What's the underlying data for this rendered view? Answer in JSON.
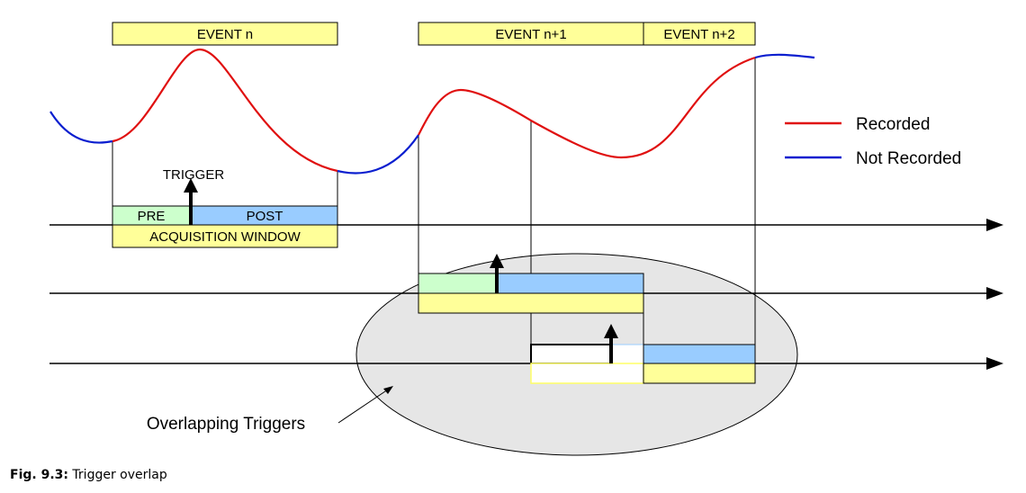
{
  "events": {
    "event_n": "EVENT n",
    "event_n1": "EVENT n+1",
    "event_n2": "EVENT n+2"
  },
  "labels": {
    "trigger": "TRIGGER",
    "pre": "PRE",
    "post": "POST",
    "acquisition_window": "ACQUISITION WINDOW",
    "overlapping_triggers": "Overlapping Triggers"
  },
  "legend": {
    "recorded": "Recorded",
    "not_recorded": "Not Recorded"
  },
  "caption": {
    "prefix": "Fig. 9.3:",
    "text": " Trigger overlap"
  },
  "colors": {
    "recorded": "#e01010",
    "not_recorded": "#0a1ecf",
    "event_box": "#ffff99",
    "pre": "#ccffcc",
    "post": "#99ccff",
    "ellipse": "#e6e6e6"
  }
}
